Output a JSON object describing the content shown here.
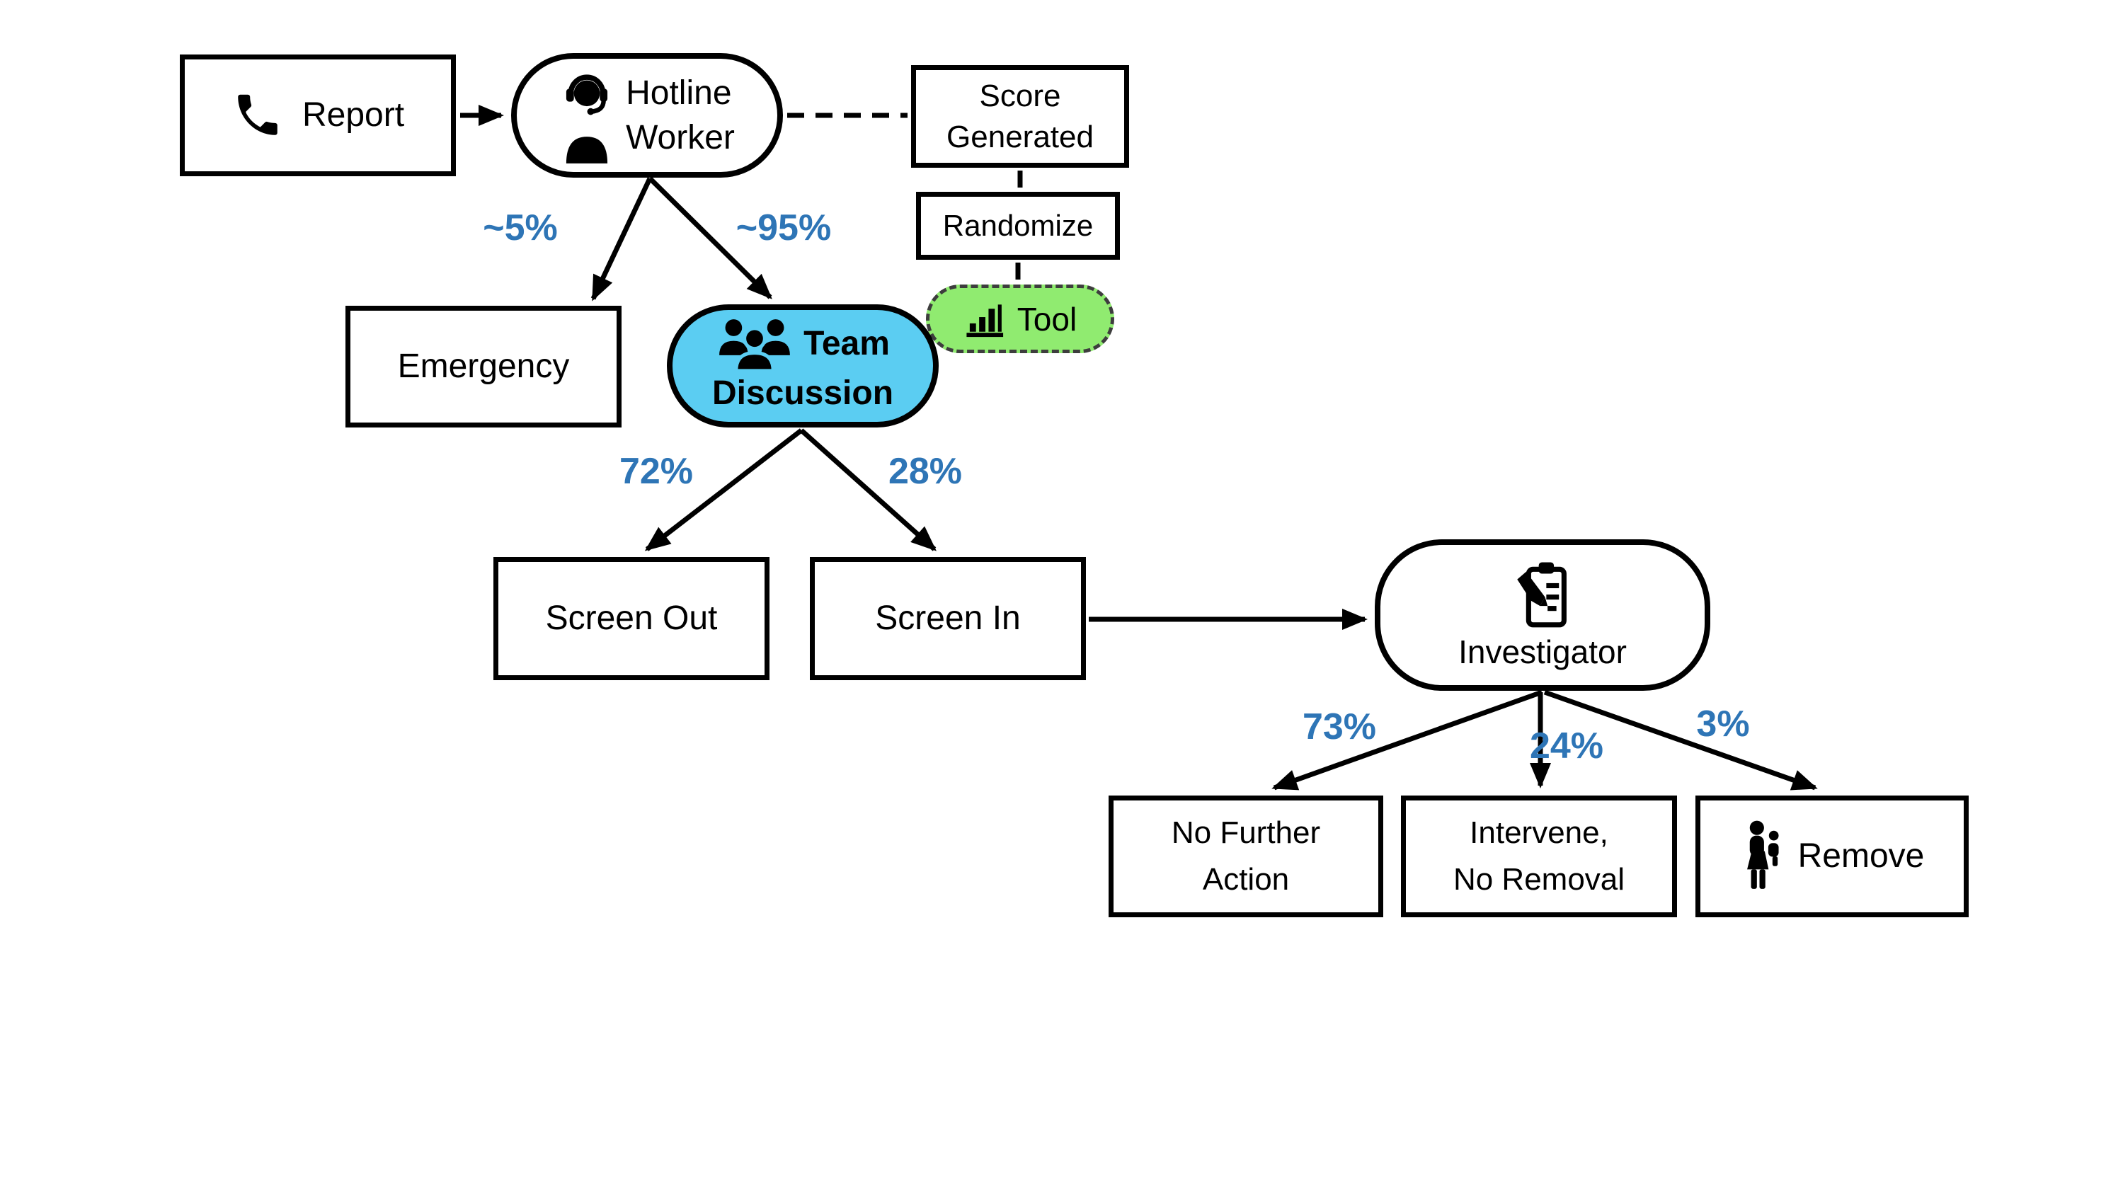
{
  "diagram": {
    "nodes": {
      "report": {
        "label": "Report",
        "icon": "phone-icon"
      },
      "hotline_worker": {
        "line1": "Hotline",
        "line2": "Worker",
        "icon": "headset-agent-icon"
      },
      "score_generated": {
        "line1": "Score",
        "line2": "Generated"
      },
      "randomize": {
        "label": "Randomize"
      },
      "tool": {
        "label": "Tool",
        "icon": "bar-chart-icon",
        "fill": "#90EB70"
      },
      "emergency": {
        "label": "Emergency"
      },
      "team_discussion": {
        "line1": "Team",
        "line2": "Discussion",
        "icon": "people-group-icon",
        "fill": "#5BCDF2"
      },
      "screen_out": {
        "label": "Screen Out"
      },
      "screen_in": {
        "label": "Screen In"
      },
      "investigator": {
        "label": "Investigator",
        "icon": "clipboard-pencil-icon"
      },
      "no_further_action": {
        "line1": "No Further",
        "line2": "Action"
      },
      "intervene_no_removal": {
        "line1": "Intervene,",
        "line2": "No Removal"
      },
      "remove": {
        "label": "Remove",
        "icon": "adult-carrying-child-icon"
      }
    },
    "edges": [
      {
        "from": "report",
        "to": "hotline_worker",
        "style": "solid-arrow"
      },
      {
        "from": "hotline_worker",
        "to": "emergency",
        "style": "solid-arrow",
        "label": "~5%"
      },
      {
        "from": "hotline_worker",
        "to": "team_discussion",
        "style": "solid-arrow",
        "label": "~95%"
      },
      {
        "from": "hotline_worker",
        "to": "score_generated",
        "style": "dashed"
      },
      {
        "from": "score_generated",
        "to": "randomize",
        "style": "dashed"
      },
      {
        "from": "randomize",
        "to": "tool",
        "style": "dashed"
      },
      {
        "from": "team_discussion",
        "to": "screen_out",
        "style": "solid-arrow",
        "label": "72%"
      },
      {
        "from": "team_discussion",
        "to": "screen_in",
        "style": "solid-arrow",
        "label": "28%"
      },
      {
        "from": "screen_in",
        "to": "investigator",
        "style": "solid-arrow"
      },
      {
        "from": "investigator",
        "to": "no_further_action",
        "style": "solid-arrow",
        "label": "73%"
      },
      {
        "from": "investigator",
        "to": "intervene_no_removal",
        "style": "solid-arrow",
        "label": "24%"
      },
      {
        "from": "investigator",
        "to": "remove",
        "style": "solid-arrow",
        "label": "3%"
      }
    ],
    "colors": {
      "team_discussion_fill": "#5BCDF2",
      "tool_fill": "#90EB70",
      "percent_label": "#2E75B6",
      "line": "#000000",
      "node_fill": "#FFFFFF"
    }
  }
}
